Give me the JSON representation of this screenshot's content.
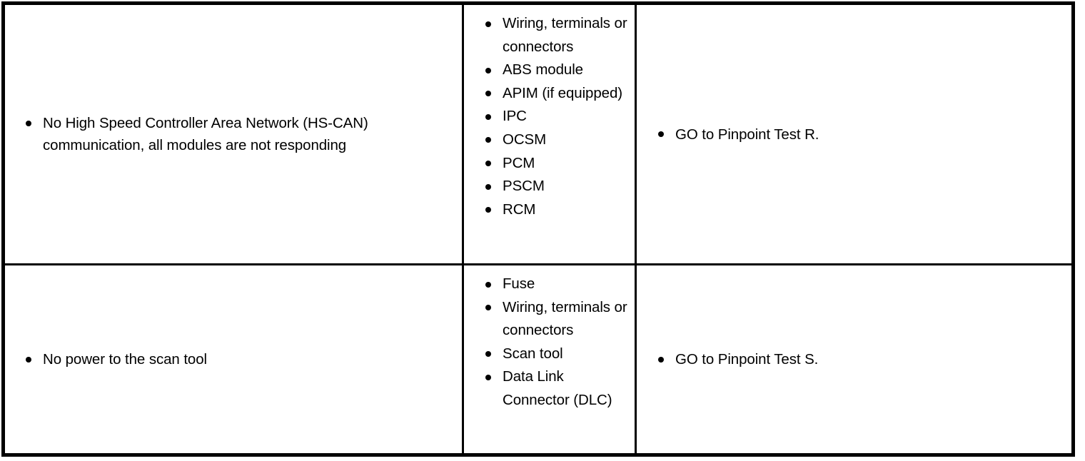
{
  "document": {
    "type": "diagnostic-symptom-chart",
    "border_color": "#000000",
    "background_color": "#ffffff",
    "text_color": "#000000"
  },
  "table": {
    "columns": [
      {
        "key": "symptom",
        "name": "symptom-column"
      },
      {
        "key": "sources",
        "name": "possible-sources-column"
      },
      {
        "key": "action",
        "name": "action-column"
      }
    ],
    "rows": [
      {
        "symptom": [
          "No High Speed Controller Area Network (HS-CAN) communication, all modules are not responding"
        ],
        "sources": [
          "Wiring, terminals or connectors",
          "ABS module",
          "APIM (if equipped)",
          "IPC",
          "OCSM",
          "PCM",
          "PSCM",
          "RCM"
        ],
        "action": [
          "GO to Pinpoint Test R."
        ]
      },
      {
        "symptom": [
          "No power to the scan tool"
        ],
        "sources": [
          "Fuse",
          "Wiring, terminals or connectors",
          "Scan tool",
          "Data Link Connector (DLC)"
        ],
        "action": [
          "GO to Pinpoint Test S."
        ]
      }
    ]
  }
}
